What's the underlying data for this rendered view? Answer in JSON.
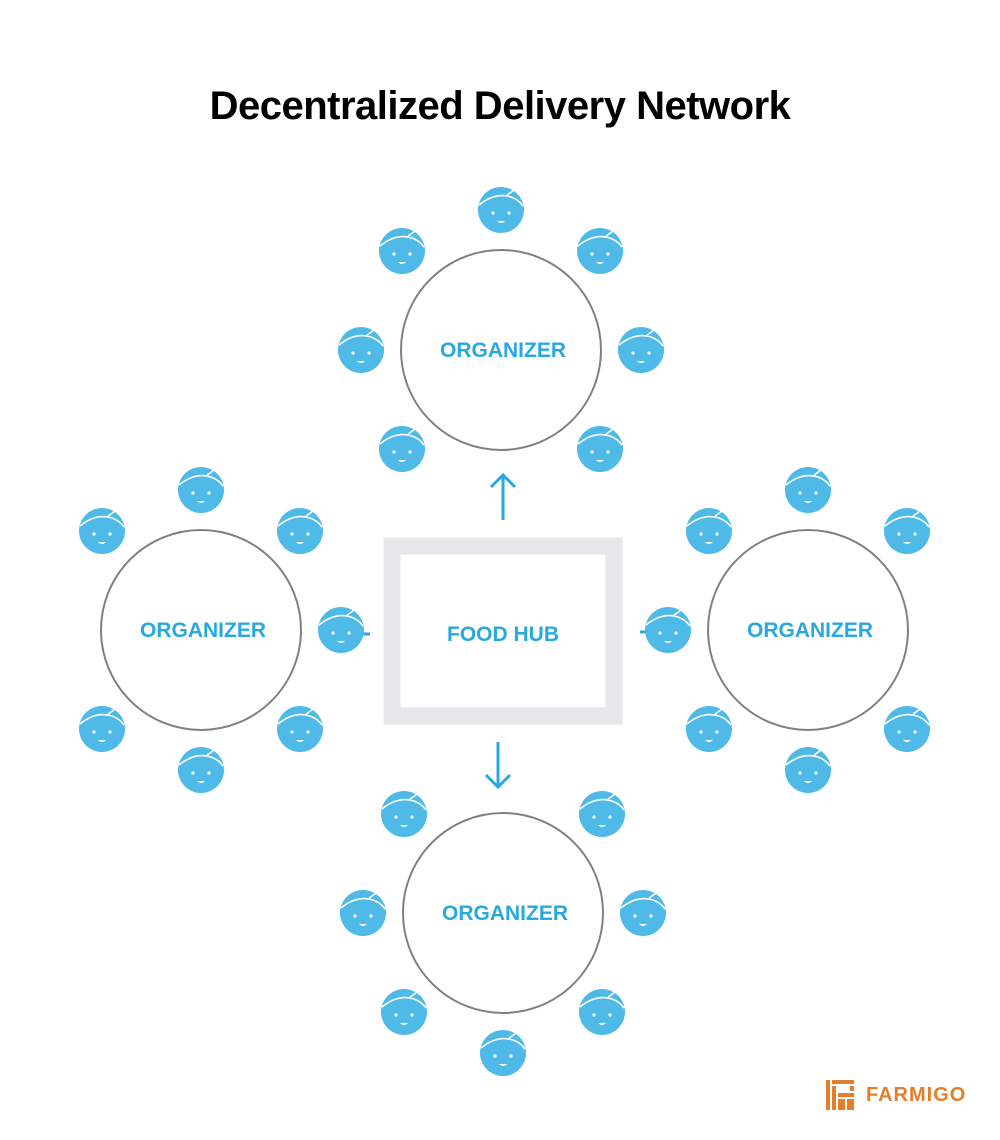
{
  "title": "Decentralized Delivery Network",
  "colors": {
    "accent": "#29a8e0",
    "face": "#4fb9e8",
    "circle_stroke": "#808080",
    "hub_border": "#e6e7e8",
    "brand": "#e37f2a"
  },
  "hub": {
    "label": "FOOD HUB"
  },
  "organizers": [
    {
      "id": "top",
      "label": "ORGANIZER",
      "arrow_direction": "up",
      "member_count": 7
    },
    {
      "id": "left",
      "label": "ORGANIZER",
      "arrow_direction": "left",
      "member_count": 7
    },
    {
      "id": "right",
      "label": "ORGANIZER",
      "arrow_direction": "right",
      "member_count": 7
    },
    {
      "id": "bottom",
      "label": "ORGANIZER",
      "arrow_direction": "down",
      "member_count": 7
    }
  ],
  "member_icon": "smiling-face-icon",
  "logo": {
    "icon": "farmigo-logo-icon",
    "text": "FARMIGO"
  }
}
